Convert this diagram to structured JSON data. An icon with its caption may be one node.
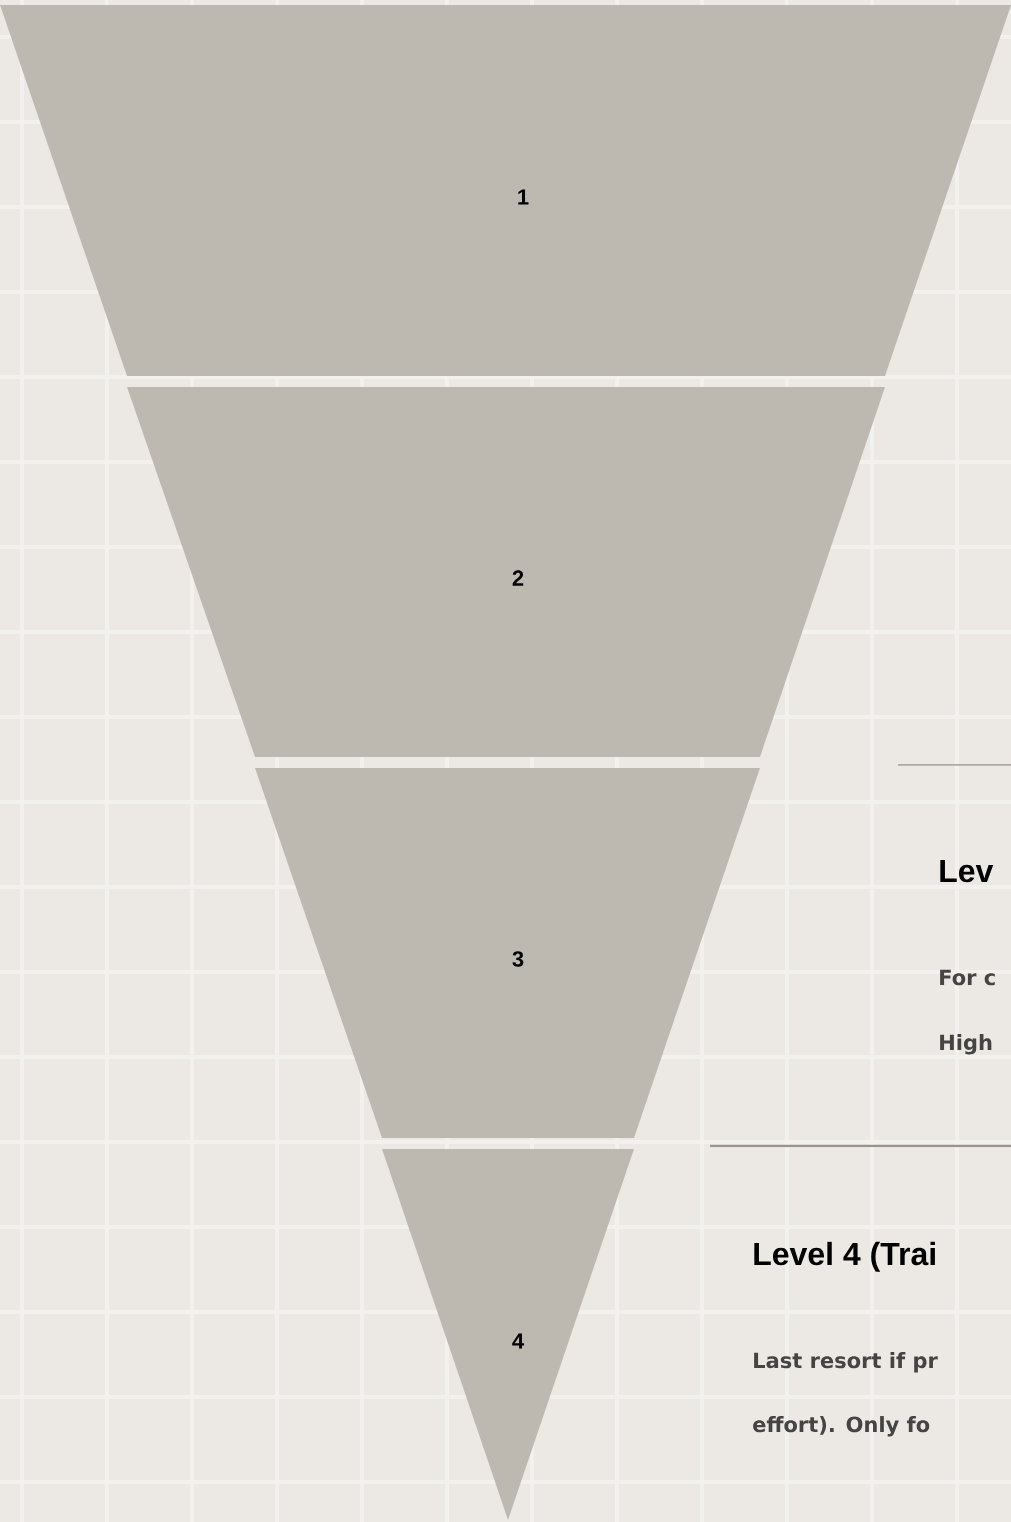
{
  "diagram": {
    "nodes": [
      {
        "text": [
          "1"
        ]
      },
      {
        "text": [
          "2"
        ]
      },
      {
        "text": [
          "3"
        ]
      },
      {
        "text": [
          "4"
        ]
      }
    ],
    "labels": [
      "Lev",
      "For c",
      "High",
      "Level 4 (Trai",
      "Last resort if pr",
      "effort). Only fo"
    ]
  }
}
